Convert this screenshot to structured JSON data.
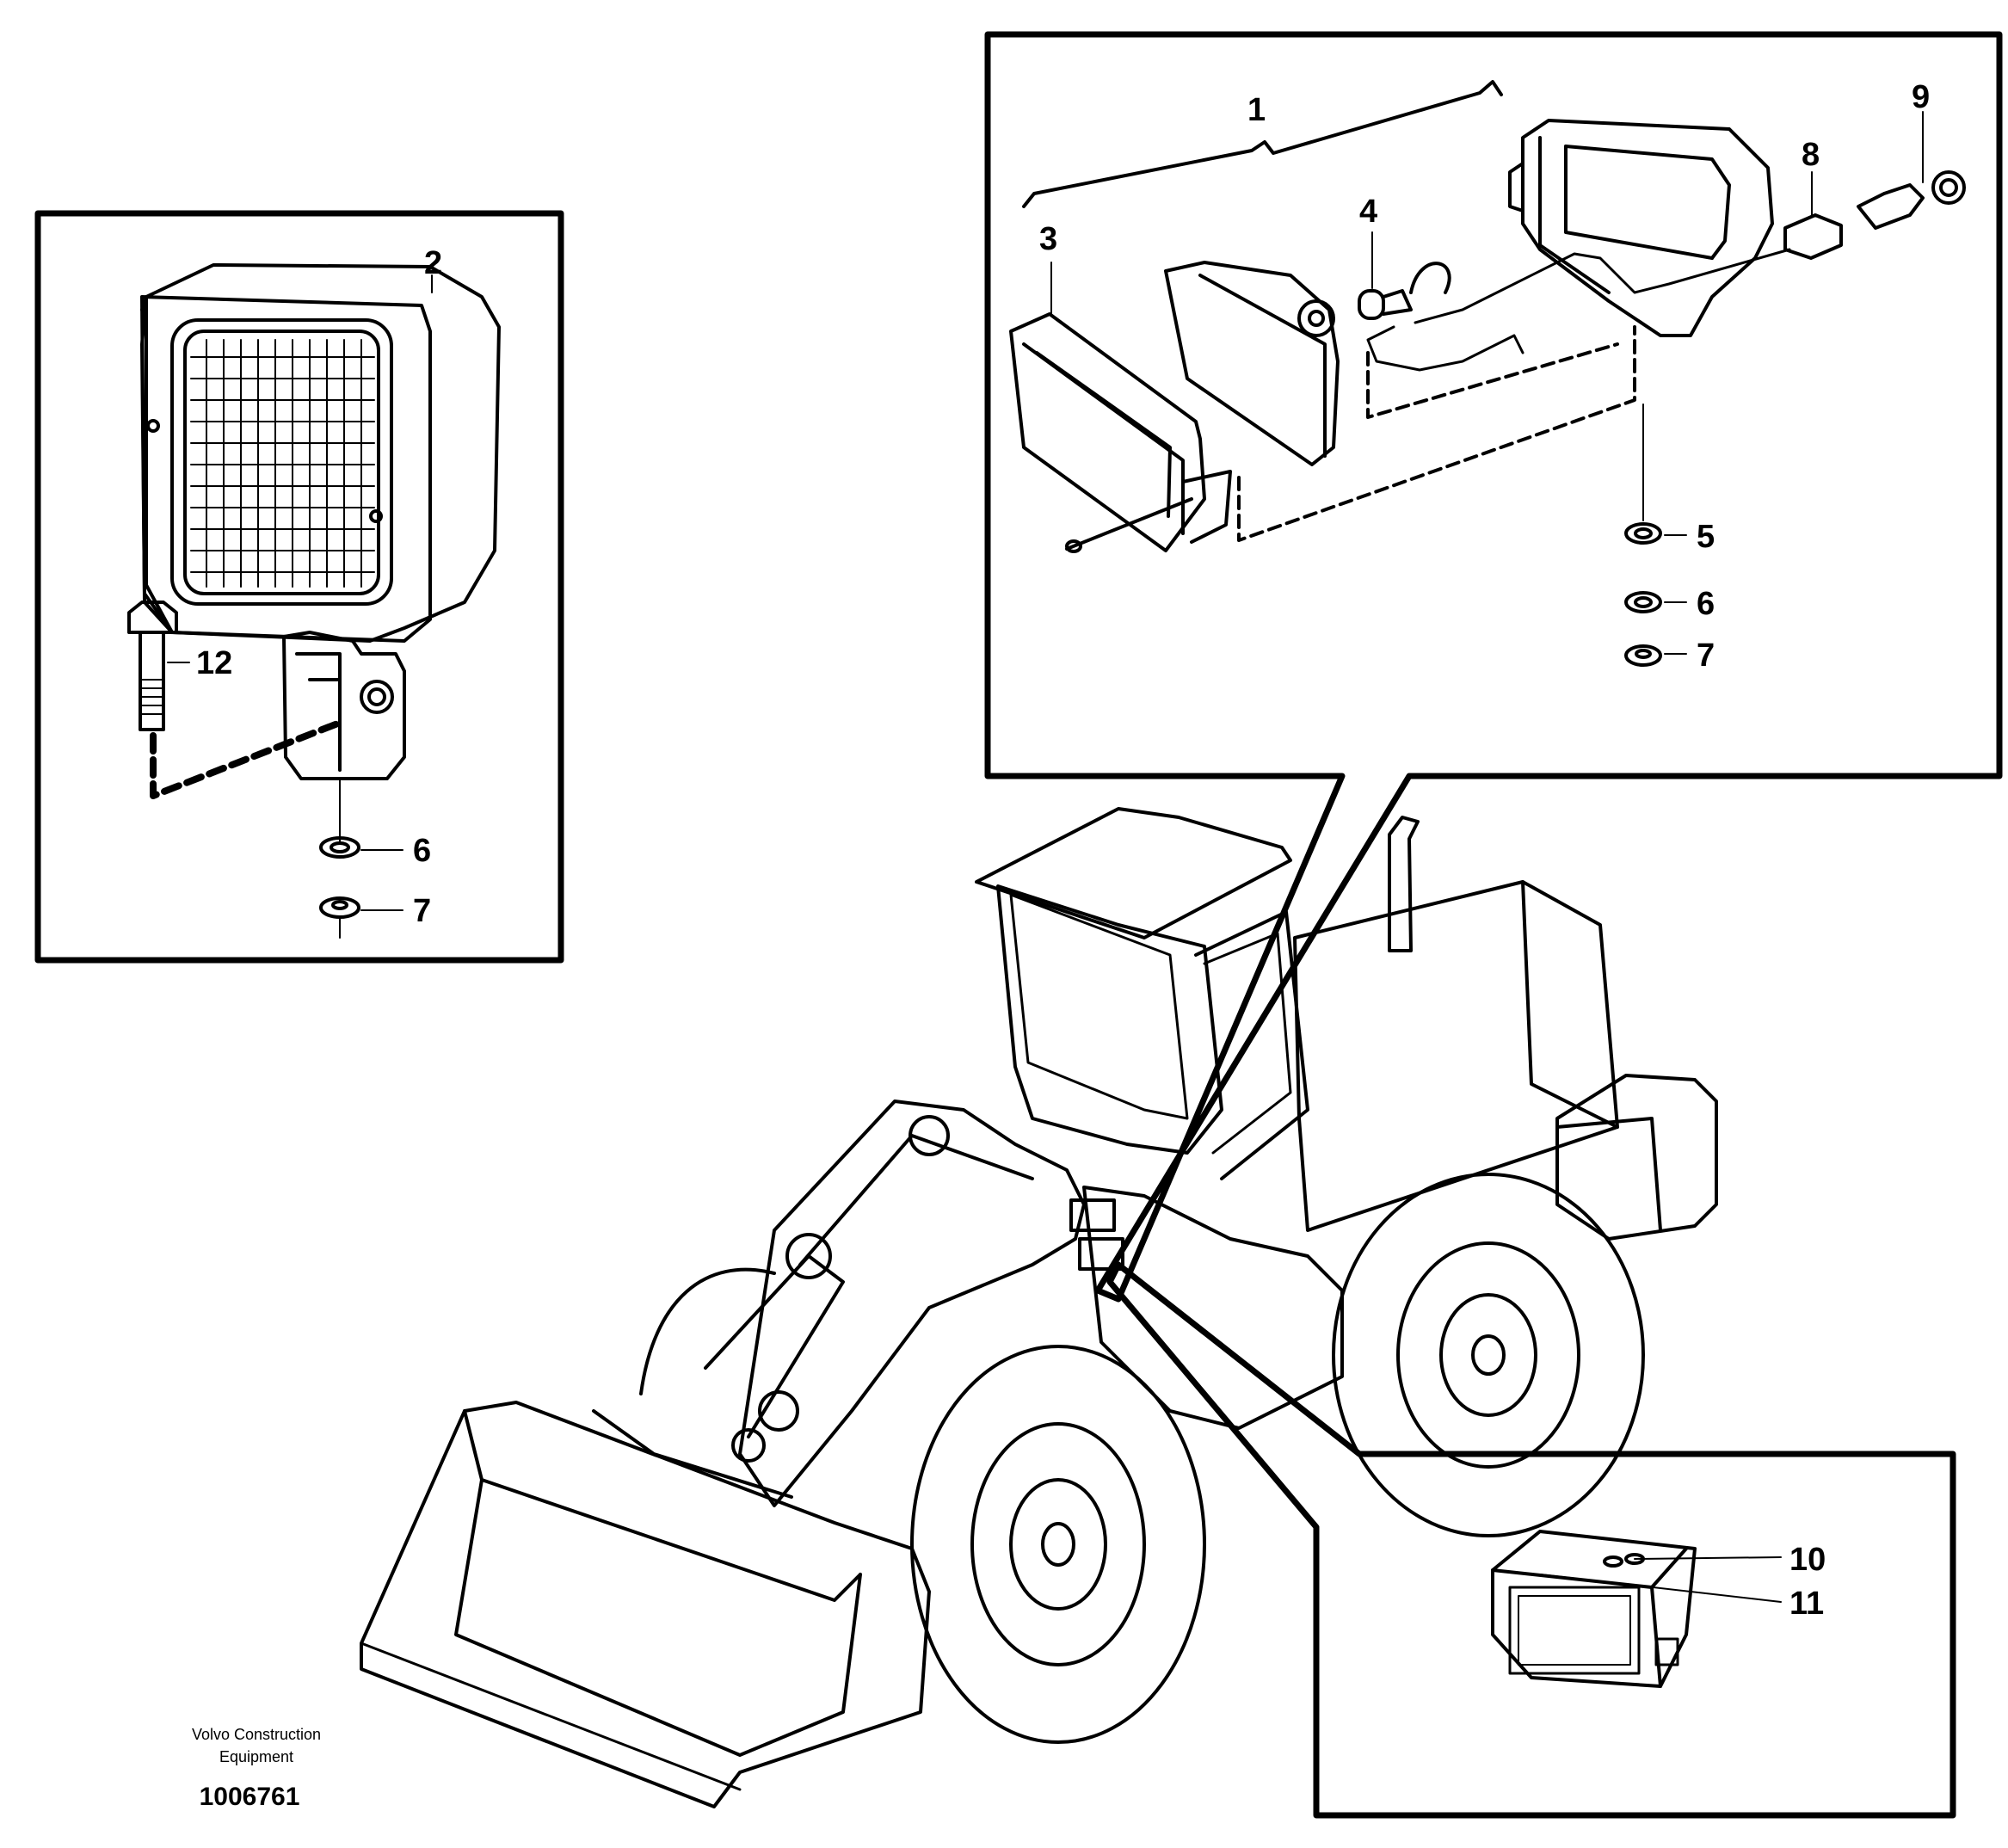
{
  "labels": {
    "l1": "1",
    "l2": "2",
    "l3": "3",
    "l4": "4",
    "l5": "5",
    "l6": "6",
    "l7": "7",
    "l8": "8",
    "l9": "9",
    "l10": "10",
    "l11": "11",
    "l12": "12",
    "l6b": "6",
    "l7b": "7"
  },
  "footer": {
    "company_line1": "Volvo Construction",
    "company_line2": "Equipment",
    "doc_number": "1006761"
  }
}
